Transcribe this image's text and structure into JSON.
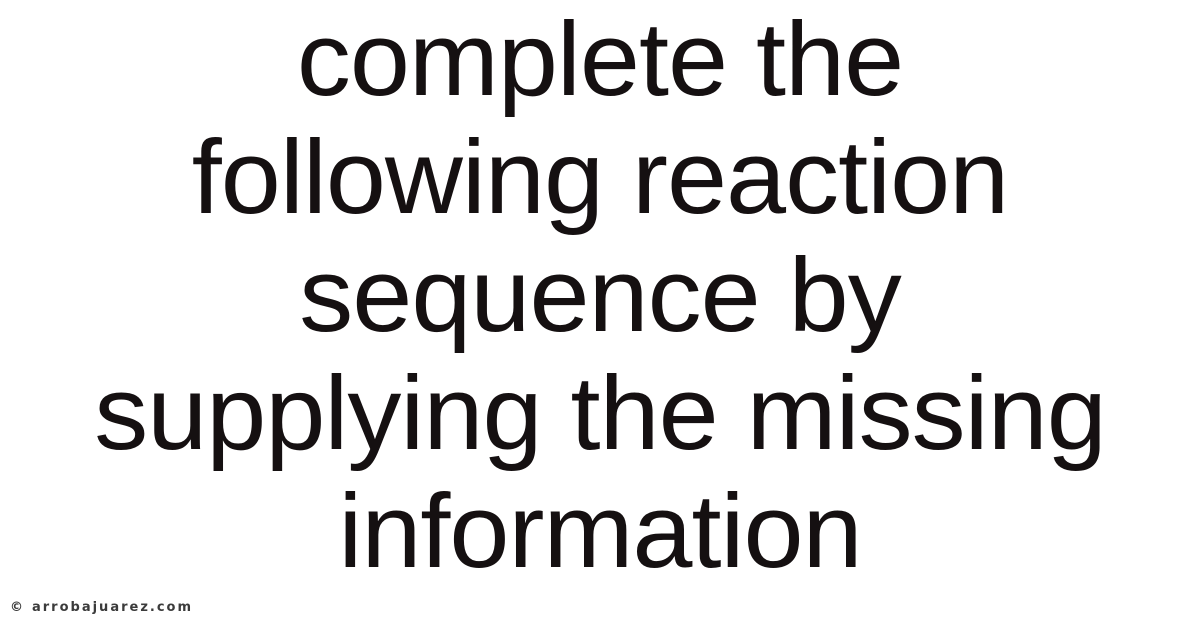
{
  "page": {
    "background": "#ffffff",
    "text_color": "#151011"
  },
  "heading": {
    "full_text": "complete the following reaction sequence by supplying the missing information",
    "lines": [
      "complete the",
      "following reaction",
      "sequence by",
      "supplying the missing",
      "information"
    ]
  },
  "watermark": {
    "copyright_symbol": "©",
    "text": "arrobajuarez.com",
    "color": "#3b3b3b"
  }
}
